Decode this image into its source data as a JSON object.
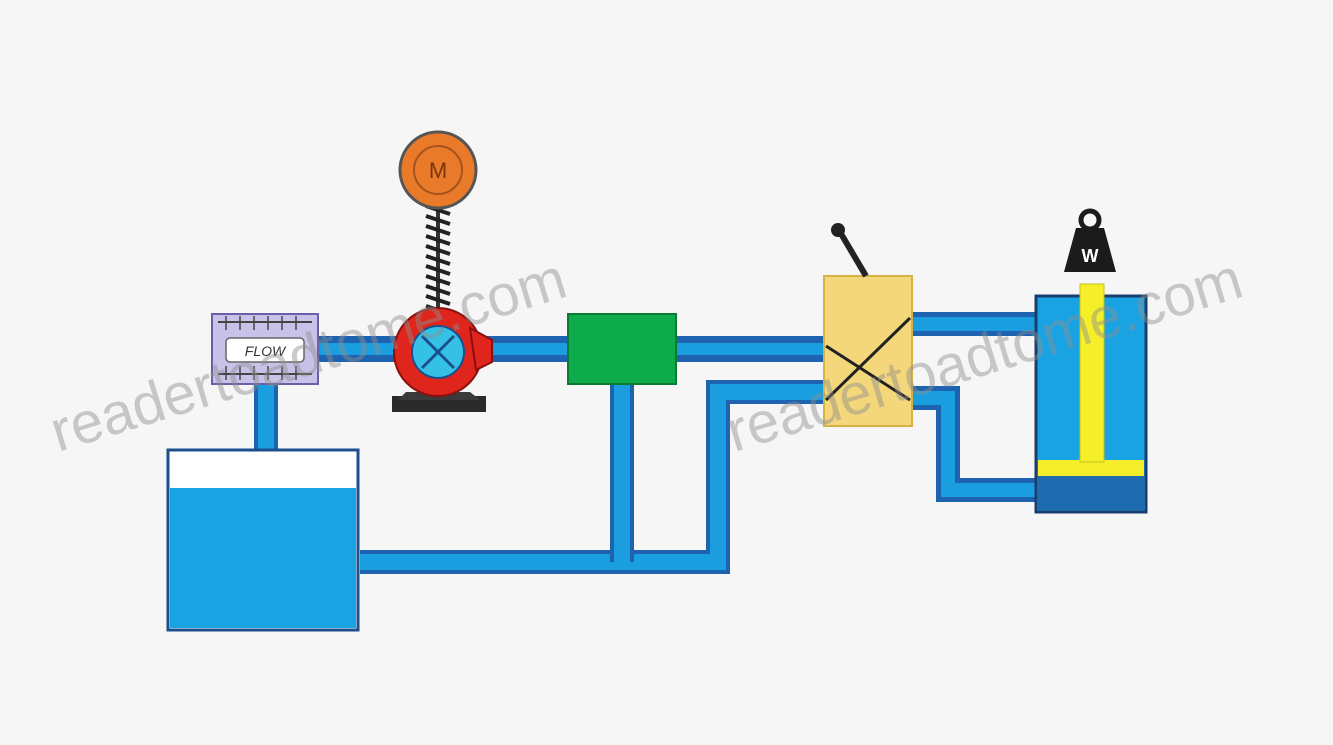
{
  "diagram": {
    "motor_label": "M",
    "flow_label": "FLOW",
    "weight_label": "W"
  },
  "watermark": {
    "text": "readertoadtome.com"
  },
  "colors": {
    "pipe_fill": "#1a9ee0",
    "pipe_edge": "#1d63b0",
    "tank_fluid": "#19a3e3",
    "pump_body": "#e0251c",
    "pump_core": "#35c1e6",
    "motor": "#e97a2a",
    "filter": "#0dab4a",
    "valve_body": "#f3d77a",
    "piston": "#f5ef2a",
    "weight": "#1b1b1b",
    "flow_meter": "#c9c2e8"
  }
}
